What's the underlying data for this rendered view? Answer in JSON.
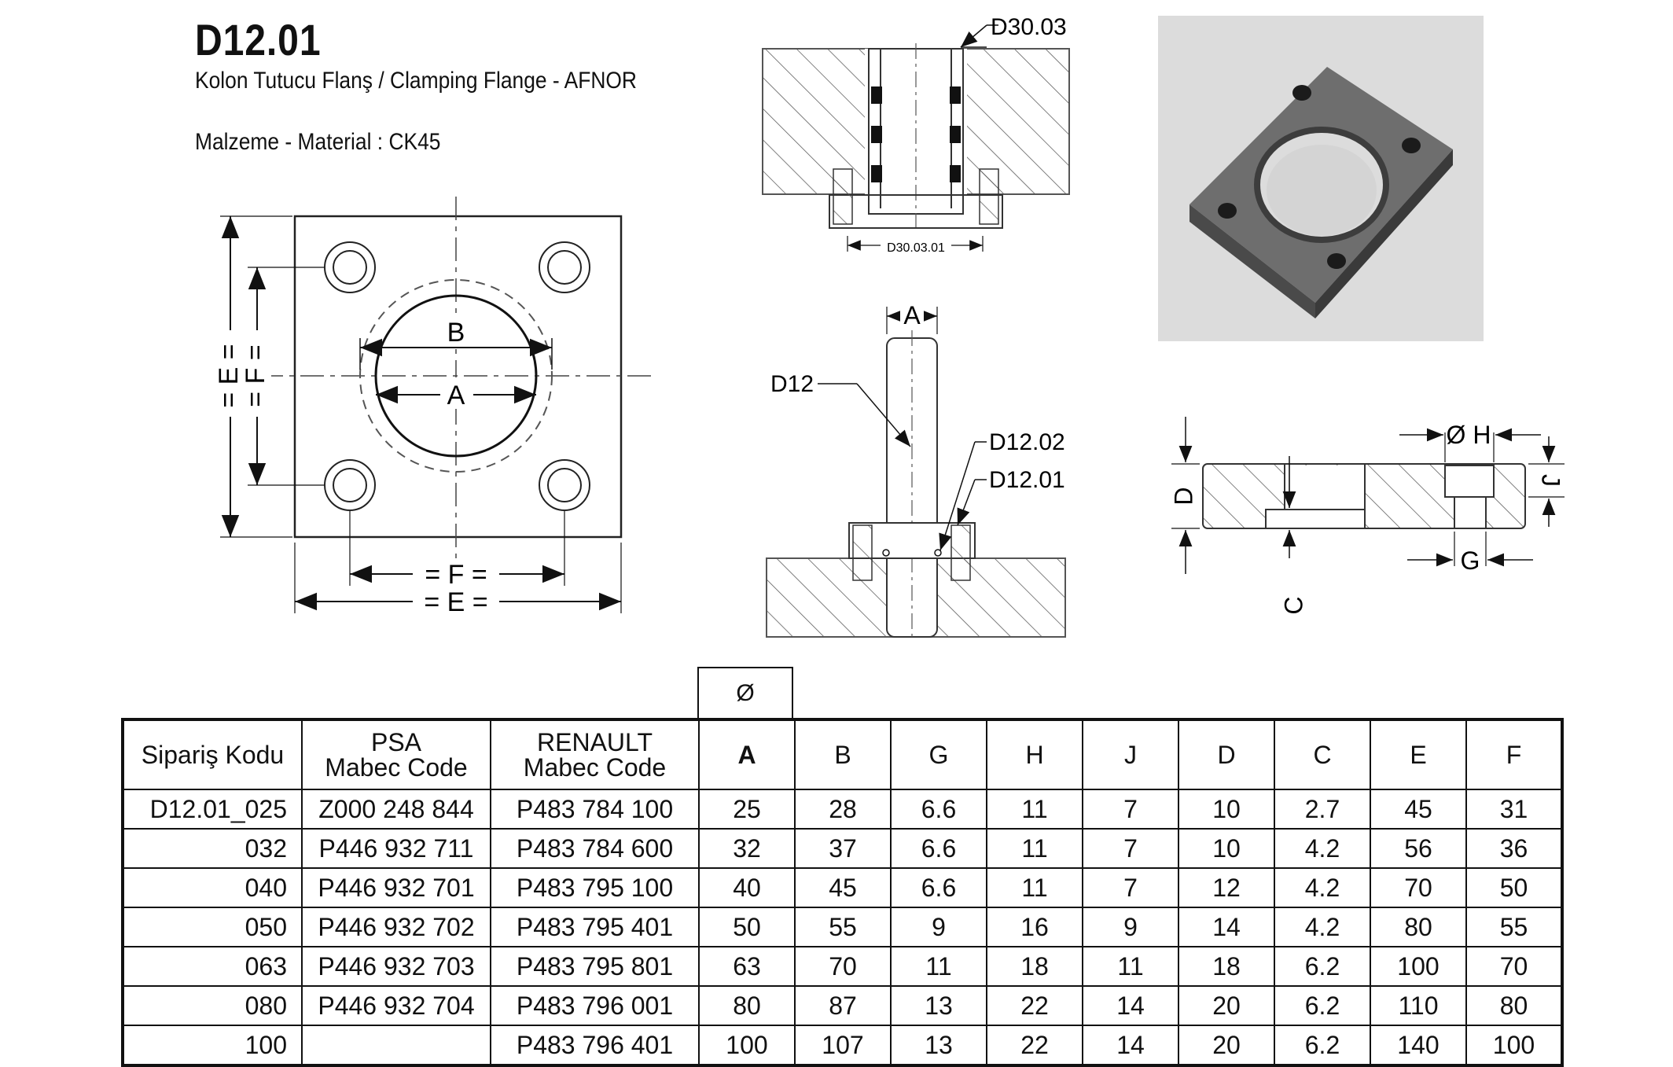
{
  "header": {
    "code": "D12.01",
    "subtitle": "Kolon Tutucu Flanş / Clamping Flange - AFNOR",
    "material": "Malzeme - Material : CK45"
  },
  "drawings": {
    "top_view": {
      "b": "B",
      "a": "A",
      "e_vert": "= E =",
      "f_vert": "= F =",
      "f_horiz": "= F =",
      "e_horiz": "= E ="
    },
    "bushing_view": {
      "label_main": "D30.03",
      "label_sub": "D30.03.01"
    },
    "pin_view": {
      "a": "A",
      "d12": "D12",
      "d1202": "D12.02",
      "d1201": "D12.01"
    },
    "section_view": {
      "h": "Ø H",
      "d": "D",
      "j": "J",
      "g": "G",
      "c": "C"
    }
  },
  "table": {
    "phi_symbol": "Ø",
    "headers": [
      {
        "key": "code",
        "label": "Sipariş Kodu"
      },
      {
        "key": "psa",
        "label": "PSA\nMabec Code"
      },
      {
        "key": "renault",
        "label": "RENAULT\nMabec Code"
      },
      {
        "key": "a",
        "label": "A"
      },
      {
        "key": "b",
        "label": "B"
      },
      {
        "key": "g",
        "label": "G"
      },
      {
        "key": "h",
        "label": "H"
      },
      {
        "key": "j",
        "label": "J"
      },
      {
        "key": "d",
        "label": "D"
      },
      {
        "key": "c",
        "label": "C"
      },
      {
        "key": "e",
        "label": "E"
      },
      {
        "key": "f",
        "label": "F"
      }
    ],
    "rows": [
      [
        "D12.01_025",
        "Z000 248 844",
        "P483 784 100",
        "25",
        "28",
        "6.6",
        "11",
        "7",
        "10",
        "2.7",
        "45",
        "31"
      ],
      [
        "032",
        "P446 932 711",
        "P483 784 600",
        "32",
        "37",
        "6.6",
        "11",
        "7",
        "10",
        "4.2",
        "56",
        "36"
      ],
      [
        "040",
        "P446 932 701",
        "P483 795 100",
        "40",
        "45",
        "6.6",
        "11",
        "7",
        "12",
        "4.2",
        "70",
        "50"
      ],
      [
        "050",
        "P446 932 702",
        "P483 795 401",
        "50",
        "55",
        "9",
        "16",
        "9",
        "14",
        "4.2",
        "80",
        "55"
      ],
      [
        "063",
        "P446 932 703",
        "P483 795 801",
        "63",
        "70",
        "11",
        "18",
        "11",
        "18",
        "6.2",
        "100",
        "70"
      ],
      [
        "080",
        "P446 932 704",
        "P483 796 001",
        "80",
        "87",
        "13",
        "22",
        "14",
        "20",
        "6.2",
        "110",
        "80"
      ],
      [
        "100",
        "",
        "P483 796 401",
        "100",
        "107",
        "13",
        "22",
        "14",
        "20",
        "6.2",
        "140",
        "100"
      ]
    ]
  }
}
